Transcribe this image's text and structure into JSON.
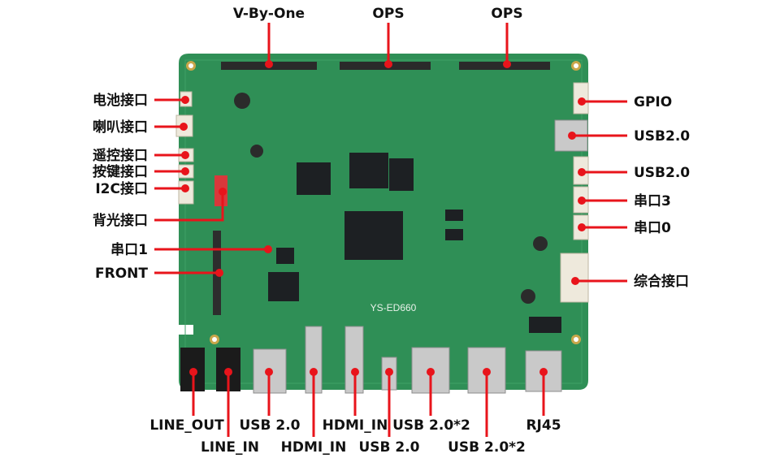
{
  "board": {
    "model": "YS-ED660",
    "colors": {
      "pcb": "#2f8f56",
      "annotation": "#e8141b",
      "text": "#111111"
    }
  },
  "labels": {
    "top": [
      "V-By-One",
      "OPS",
      "OPS"
    ],
    "left": [
      "电池接口",
      "喇叭接口",
      "遥控接口",
      "按键接口",
      "I2C接口",
      "背光接口",
      "串口1",
      "FRONT"
    ],
    "right": [
      "GPIO",
      "USB2.0",
      "USB2.0",
      "串口3",
      "串口0",
      "综合接口"
    ],
    "bottom": [
      "LINE_OUT",
      "LINE_IN",
      "USB 2.0",
      "HDMI_IN",
      "HDMI_IN",
      "USB 2.0",
      "USB 2.0*2",
      "USB 2.0*2",
      "RJ45"
    ]
  }
}
